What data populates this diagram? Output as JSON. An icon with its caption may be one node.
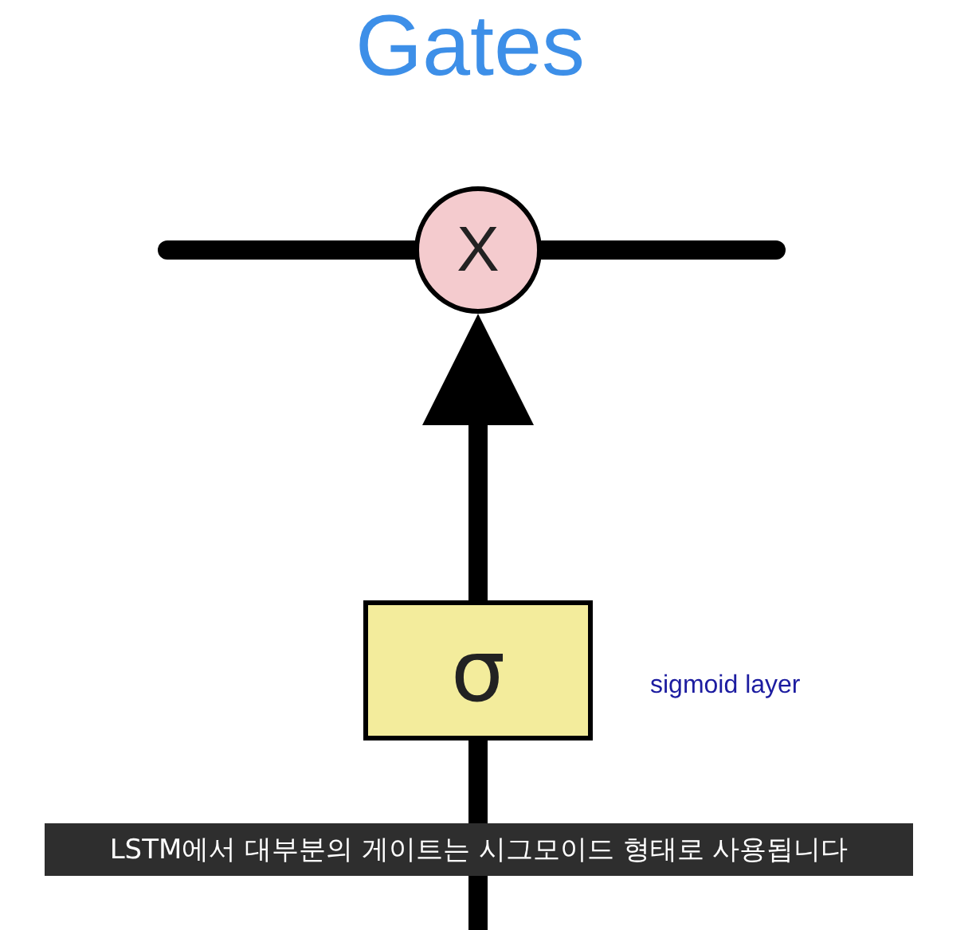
{
  "diagram": {
    "title": "Gates",
    "nodes": [
      {
        "text": [
          "X"
        ]
      },
      {
        "text": [
          "σ"
        ]
      }
    ],
    "edges": [
      {
        "from": null,
        "to": 0,
        "arrow": "none"
      },
      {
        "from": 0,
        "to": null,
        "arrow": "none"
      },
      {
        "from": 1,
        "to": 0,
        "arrow": "to"
      },
      {
        "from": null,
        "to": 1,
        "arrow": "none"
      }
    ],
    "labels": [
      "sigmoid layer",
      "LSTM에서 대부분의 게이트는 시그모이드 형태로 사용됩니다"
    ]
  }
}
